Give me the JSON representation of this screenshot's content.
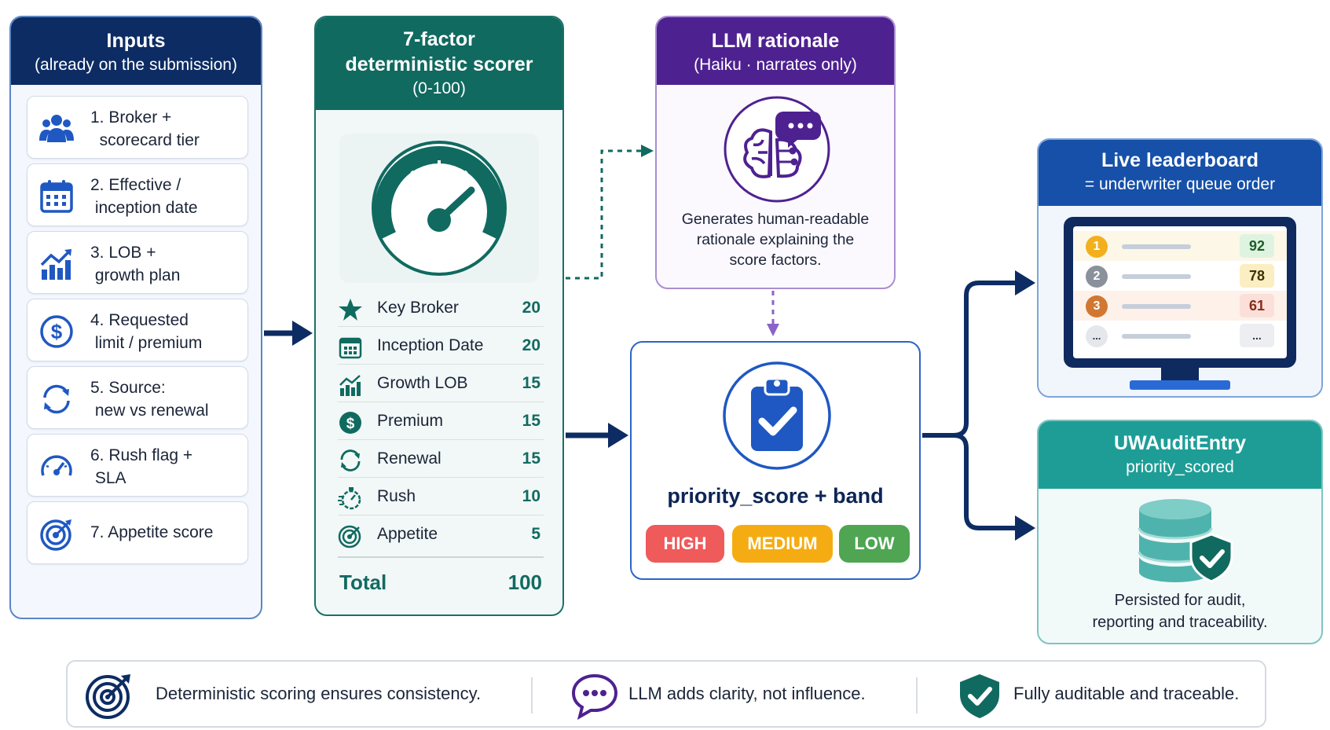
{
  "inputs": {
    "title": "Inputs",
    "subtitle": "(already on the submission)",
    "items": [
      {
        "label": "1. Broker +\n  scorecard tier",
        "icon": "broker-group-icon"
      },
      {
        "label": "2. Effective /\n inception date",
        "icon": "calendar-icon"
      },
      {
        "label": "3. LOB +\n growth plan",
        "icon": "growth-chart-icon"
      },
      {
        "label": "4. Requested\n limit / premium",
        "icon": "dollar-icon"
      },
      {
        "label": "5. Source:\n new vs renewal",
        "icon": "refresh-icon"
      },
      {
        "label": "6. Rush flag +\n SLA",
        "icon": "speedometer-icon"
      },
      {
        "label": "7. Appetite score",
        "icon": "target-icon"
      }
    ]
  },
  "scorer": {
    "title_line1": "7-factor",
    "title_line2": "deterministic scorer",
    "range": "(0-100)",
    "factors": [
      {
        "name": "Key Broker",
        "value": "20",
        "icon": "star-icon"
      },
      {
        "name": "Inception Date",
        "value": "20",
        "icon": "calendar-icon"
      },
      {
        "name": "Growth LOB",
        "value": "15",
        "icon": "growth-chart-icon"
      },
      {
        "name": "Premium",
        "value": "15",
        "icon": "dollar-icon"
      },
      {
        "name": "Renewal",
        "value": "15",
        "icon": "refresh-icon"
      },
      {
        "name": "Rush",
        "value": "10",
        "icon": "stopwatch-icon"
      },
      {
        "name": "Appetite",
        "value": "5",
        "icon": "target-icon"
      }
    ],
    "total_label": "Total",
    "total_value": "100"
  },
  "llm": {
    "title": "LLM rationale",
    "subtitle": "(Haiku · narrates only)",
    "description": "Generates human-readable\nrationale explaining the\nscore factors."
  },
  "priority": {
    "title": "priority_score + band",
    "bands": [
      {
        "label": "HIGH",
        "color": "#ef5a5a"
      },
      {
        "label": "MEDIUM",
        "color": "#f5ac13"
      },
      {
        "label": "LOW",
        "color": "#4fa552"
      }
    ]
  },
  "leaderboard": {
    "title": "Live leaderboard",
    "subtitle": "= underwriter queue order",
    "rows": [
      {
        "rank": "1",
        "score": "92",
        "rank_color": "#f2b01e",
        "score_bg": "#dff3e1",
        "score_color": "#1e5e2a",
        "row_bg": "#fdf7e8"
      },
      {
        "rank": "2",
        "score": "78",
        "rank_color": "#8a919c",
        "score_bg": "#fbeec2",
        "score_color": "#3d3205",
        "row_bg": "#ffffff"
      },
      {
        "rank": "3",
        "score": "61",
        "rank_color": "#d27732",
        "score_bg": "#fbe0da",
        "score_color": "#8a2a1a",
        "row_bg": "#fdf1ea"
      },
      {
        "rank": "...",
        "score": "...",
        "rank_color": "#e4e7ec",
        "score_bg": "#eceef2",
        "score_color": "#2a2f3a",
        "row_bg": "#ffffff"
      }
    ]
  },
  "audit": {
    "title": "UWAuditEntry",
    "subtitle": "priority_scored",
    "description": "Persisted for audit,\nreporting and traceability."
  },
  "footer": {
    "items": [
      {
        "text": "Deterministic scoring ensures consistency.",
        "icon": "target-icon"
      },
      {
        "text": "LLM adds clarity, not influence.",
        "icon": "chat-bubble-icon"
      },
      {
        "text": "Fully auditable and traceable.",
        "icon": "shield-check-icon"
      }
    ]
  },
  "colors": {
    "navy": "#0d2c63",
    "teal": "#106a60",
    "purple": "#4e2190",
    "blue": "#1650a8",
    "aqua": "#1e9d97"
  }
}
